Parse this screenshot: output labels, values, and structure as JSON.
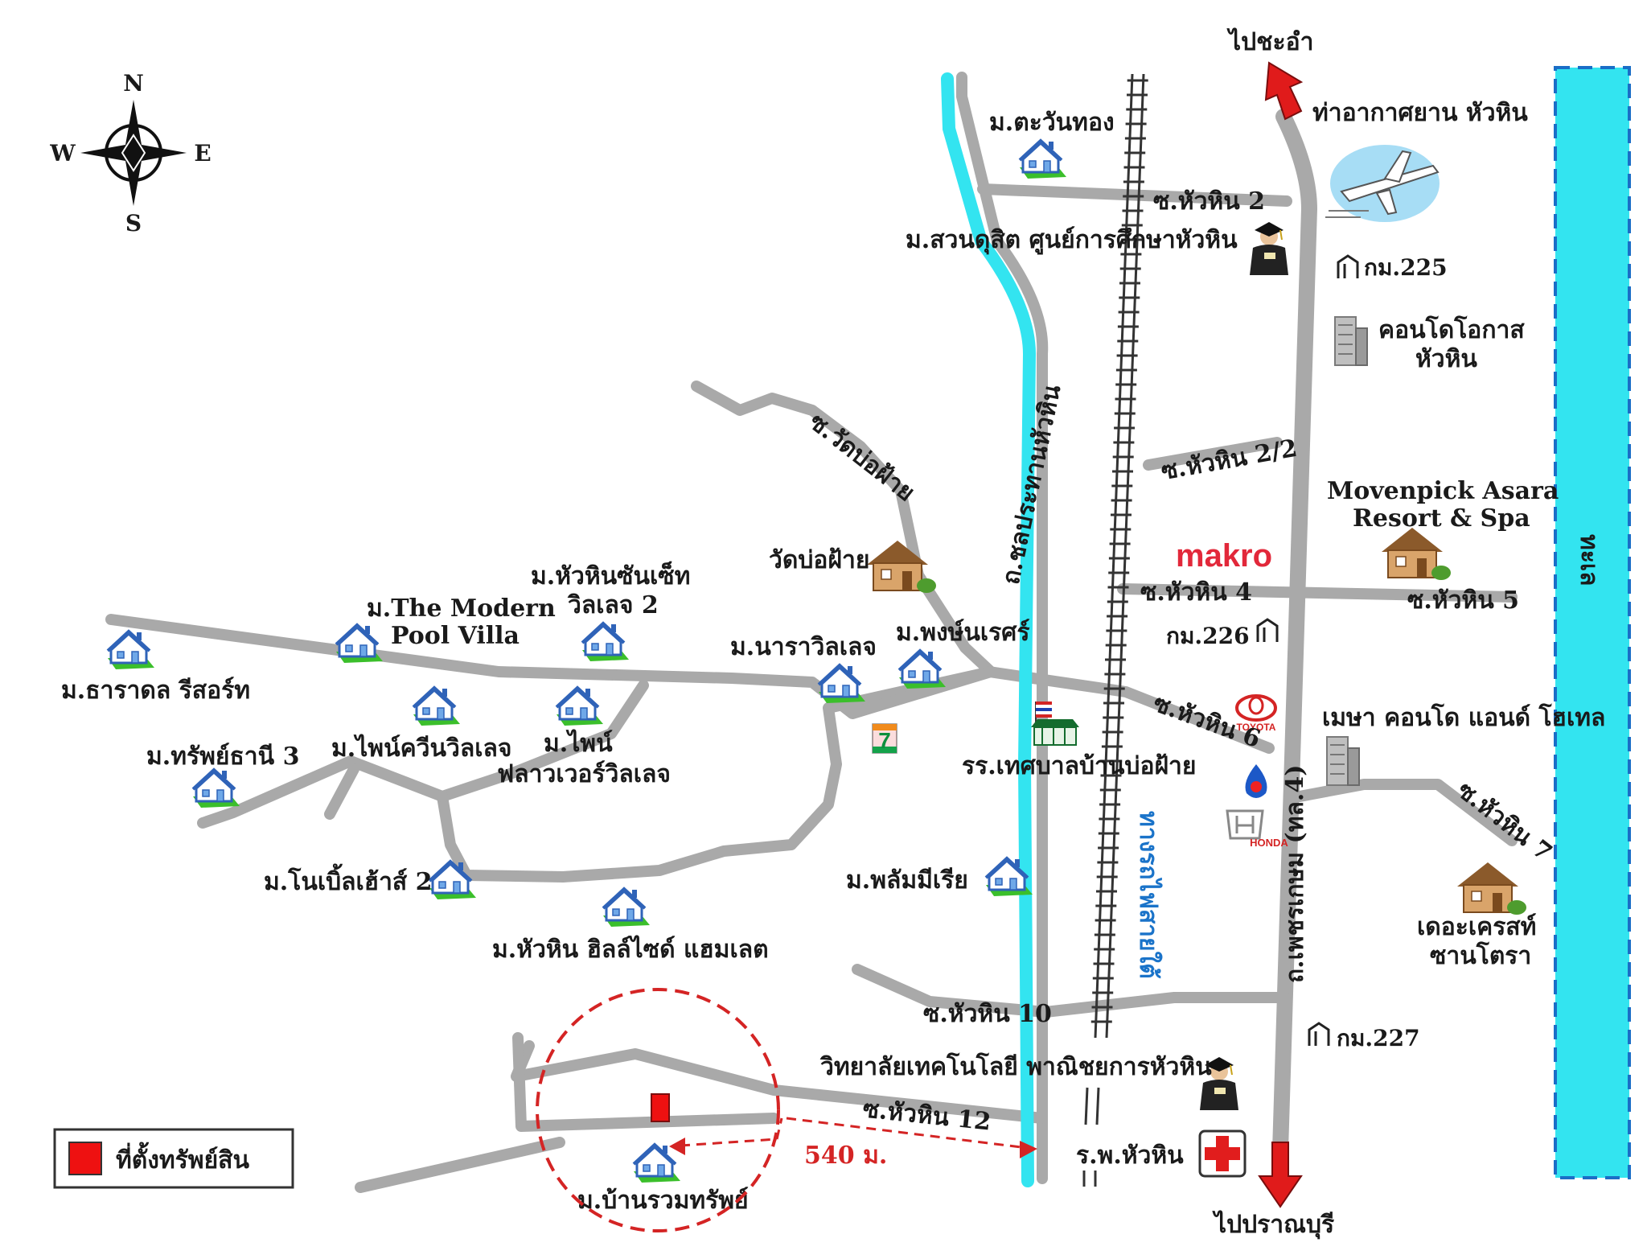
{
  "compass": {
    "north": "N",
    "south": "S",
    "east": "E",
    "west": "W"
  },
  "directions": {
    "north_to": "ไปชะอำ",
    "south_to": "ไปปราณบุรี"
  },
  "roads": {
    "main_highway": "ถ.เพชรเกษม (ทล.4)",
    "canal_road": "ถ.ชลประทานหัวหิน",
    "railway": "ทางรถไฟสายใต้",
    "soi_wat_bo_fai": "ซ.วัดบ่อฝ้าย",
    "soi_2": "ซ.หัวหิน 2",
    "soi_2_2": "ซ.หัวหิน 2/2",
    "soi_4": "ซ.หัวหิน 4",
    "soi_5": "ซ.หัวหิน 5",
    "soi_6": "ซ.หัวหิน 6",
    "soi_7": "ซ.หัวหิน 7",
    "soi_10": "ซ.หัวหิน 10",
    "soi_12": "ซ.หัวหิน 12"
  },
  "sea_label": "ทะเล",
  "km_markers": {
    "km225": "กม.225",
    "km226": "กม.226",
    "km227": "กม.227"
  },
  "places": {
    "airport": "ท่าอากาศยาน หัวหิน",
    "tawan_thong": "ม.ตะวันทอง",
    "suan_dusit": "ม.สวนดุสิต ศูนย์การศึกษาหัวหิน",
    "condo_okas_1": "คอนโดโอกาส",
    "condo_okas_2": "หัวหิน",
    "movenpick_1": "Movenpick Asara",
    "movenpick_2": "Resort & Spa",
    "makro": "makro",
    "wat_bo_fai": "วัดบ่อฝ้าย",
    "huahin_sunset_1": "ม.หัวหินซันเซ็ท",
    "huahin_sunset_2": "วิลเลจ 2",
    "modern_pool_1": "ม.The Modern",
    "modern_pool_2": "Pool Villa",
    "thara_resort": "ม.ธาราดล รีสอร์ท",
    "sap_thani": "ม.ทรัพย์ธานี 3",
    "pine_green": "ม.ไพน์ควีนวิลเลจ",
    "pine_flower_1": "ม.ไพน์",
    "pine_flower_2": "ฟลาวเวอร์วิลเลจ",
    "nara_village": "ม.นาราวิลเลจ",
    "phong_naret": "ม.พงษ์นเรศร์",
    "school": "รร.เทศบาลบ้านบ่อฝ้าย",
    "mera_condo": "เมษา คอนโด แอนด์ โฮเทล",
    "noble_house": "ม.โนเบิ้ลเฮ้าส์ 2",
    "palm_maria": "ม.พลัมมีเรีย",
    "hillside": "ม.หัวหิน ฮิลล์ไซด์ แฮมเลต",
    "crest_1": "เดอะเครสท์",
    "crest_2": "ซานโตรา",
    "tech_college": "วิทยาลัยเทคโนโลยี พาณิชยการหัวหิน",
    "hospital": "ร.พ.หัวหิน",
    "ban_ruam_sap": "ม.บ้านรวมทรัพย์",
    "toyota": "TOYOTA",
    "honda": "HONDA",
    "seven_eleven": "7"
  },
  "distance": "540 ม.",
  "legend": {
    "property_label": "ที่ตั้งทรัพย์สิน"
  },
  "colors": {
    "road": "#a9a9a9",
    "canal": "#33e4f0",
    "sea": "#33e4f0",
    "property": "#ee1111",
    "arrow": "#e01b1b",
    "circle": "#d42424",
    "makro": "#e2283a",
    "house_icon": "#3a7fd0",
    "house_grass": "#3bbf2b"
  }
}
